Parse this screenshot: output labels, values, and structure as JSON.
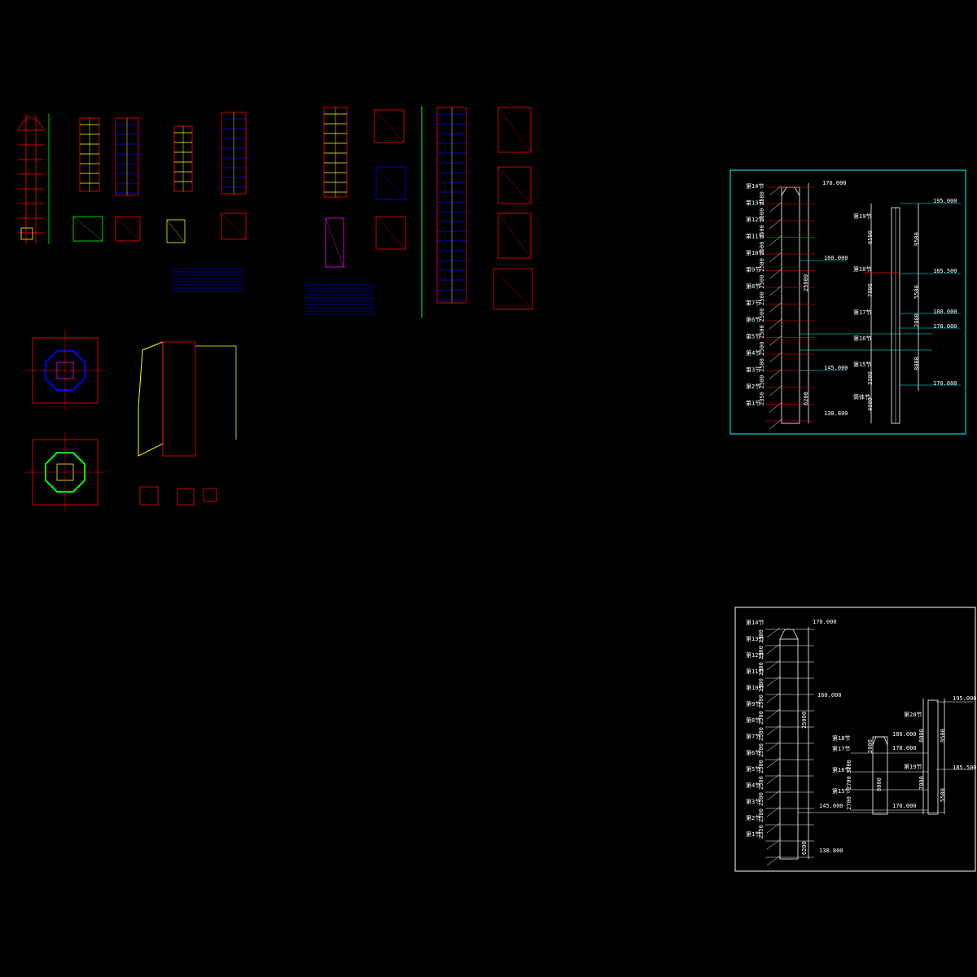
{
  "colors": {
    "background": "#000000",
    "frame": "#00ffff",
    "frame2": "#ffffff",
    "steel": "#ff0000",
    "tie": "#ffff00",
    "blue": "#0000ff",
    "green": "#00ff00",
    "magenta": "#ff00ff"
  },
  "panel1": {
    "elevations": {
      "top_left": "170.000",
      "mid_left": "160.000",
      "lower_left": "145.000",
      "base_left": "138.800",
      "top_right": "195.000",
      "upper_right": "185.500",
      "mid_right_a": "180.000",
      "mid_right_b": "178.000",
      "low_right": "170.000"
    },
    "dims": {
      "left_span": "25000",
      "left_base": "6200",
      "right_a": "9500",
      "right_b": "5500",
      "right_c": "2000",
      "right_d": "8000",
      "right_e": "6500",
      "right_f": "7000",
      "right_g": "3300",
      "right_h": "4000"
    },
    "level_labels": [
      "第14节",
      "第13节",
      "第12节",
      "第11节",
      "第10节",
      "第9节",
      "第8节",
      "第7节",
      "第6节",
      "第5节",
      "第4节",
      "第3节",
      "第2节",
      "第1节"
    ],
    "level_dims": [
      "2500",
      "2500",
      "2500",
      "2500",
      "2500",
      "2500",
      "2500",
      "2500",
      "2500",
      "2500",
      "2500",
      "2500",
      "2350"
    ],
    "right_level_labels": [
      "第19节",
      "第18节",
      "第17节",
      "第16节",
      "第15节",
      "筒体节"
    ]
  },
  "panel2": {
    "elevations": {
      "top_left": "170.000",
      "mid_left": "160.000",
      "lower_left": "145.000",
      "base_left": "138.800",
      "mid_a": "180.000",
      "mid_b": "178.000",
      "mid_c": "170.000",
      "top_right": "195.000",
      "upper_right": "185.500"
    },
    "dims": {
      "left_span": "25000",
      "left_base": "6200",
      "mid_a": "2000",
      "mid_b": "3200",
      "mid_c": "2700",
      "mid_d": "2700",
      "mid_e": "8000",
      "right_a": "8000",
      "right_b": "9500",
      "right_c": "7000",
      "right_d": "5500"
    },
    "level_labels": [
      "第14节",
      "第13节",
      "第12节",
      "第11节",
      "第10节",
      "第9节",
      "第8节",
      "第7节",
      "第6节",
      "第5节",
      "第4节",
      "第3节",
      "第2节",
      "第1节"
    ],
    "level_dims": [
      "2500",
      "2500",
      "2500",
      "2500",
      "2500",
      "2500",
      "2500",
      "2500",
      "2500",
      "2500",
      "2500",
      "2500",
      "2350"
    ],
    "mid_labels": [
      "第18节",
      "第17节",
      "第16节",
      "第15节"
    ],
    "right_labels": [
      "第20节",
      "第19节"
    ]
  }
}
